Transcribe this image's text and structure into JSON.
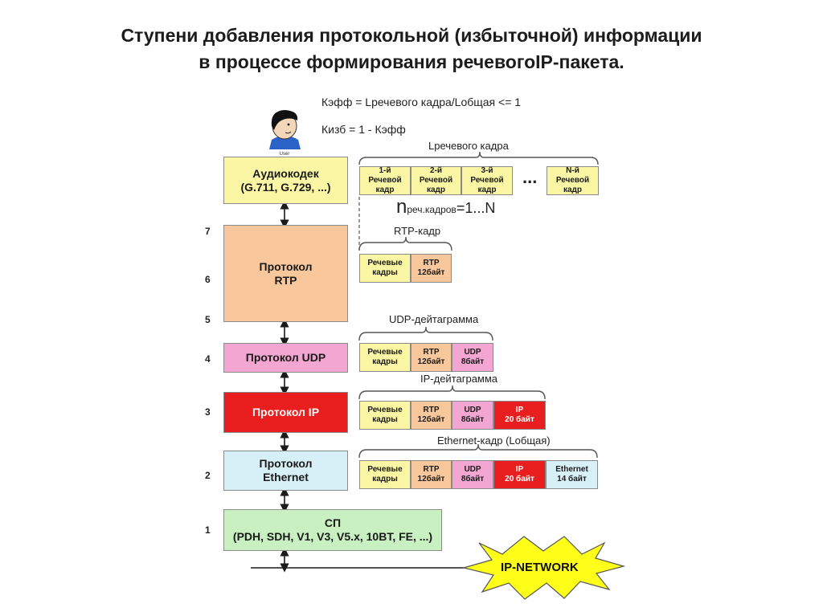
{
  "title": {
    "line1": "Ступени добавления протокольной (избыточной) информации",
    "line2": "в процессе формирования речевогоIP-пакета."
  },
  "formulas": {
    "keff": "Кэфф = Lречевого кадра/Lобщая <= 1",
    "kizb": "Кизб = 1 - Кэфф"
  },
  "user_caption": "User",
  "layers": {
    "codec": [
      "Аудиокодек",
      "(G.711, G.729, ...)"
    ],
    "rtp": [
      "Протокол",
      "RTP"
    ],
    "udp": [
      "Протокол UDP"
    ],
    "ip": [
      "Протокол IP"
    ],
    "ethernet": [
      "Протокол",
      "Ethernet"
    ],
    "physical": [
      "СП",
      "(PDH, SDH, V1, V3, V5.x, 10BT, FE, ...)"
    ]
  },
  "level_numbers": [
    "7",
    "6",
    "5",
    "4",
    "3",
    "2",
    "1"
  ],
  "frames": {
    "voice_frame_label": "Lречевого кадра",
    "voice_frames": [
      [
        "1-й",
        "Речевой",
        "кадр"
      ],
      [
        "2-й",
        "Речевой",
        "кадр"
      ],
      [
        "3-й",
        "Речевой",
        "кадр"
      ],
      [
        "N-й",
        "Речевой",
        "кадр"
      ]
    ],
    "ellipsis": "...",
    "n_main": "n",
    "n_sub": "реч.кадров",
    "n_range": "=1...N",
    "rtp_frame_label": "RTP-кадр",
    "udp_label": "UDP-дейтаграмма",
    "ip_label": "IP-дейтаграмма",
    "eth_label": "Ethernet-кадр (Lобщая)"
  },
  "cells": {
    "speech": [
      "Речевые",
      "кадры"
    ],
    "rtp": [
      "RTP",
      "12байт"
    ],
    "udp": [
      "UDP",
      "8байт"
    ],
    "ip": [
      "IP",
      "20 байт"
    ],
    "ethernet": [
      "Ethernet",
      "14 байт"
    ]
  },
  "network": "IP-NETWORK",
  "colors": {
    "yellow": "#fbf6a4",
    "salmon": "#f8c79b",
    "pink": "#f3a6d2",
    "red": "#e91e1e",
    "cyan": "#d7f0f8",
    "green": "#c8f0c0",
    "burst": "#ffff1a"
  }
}
